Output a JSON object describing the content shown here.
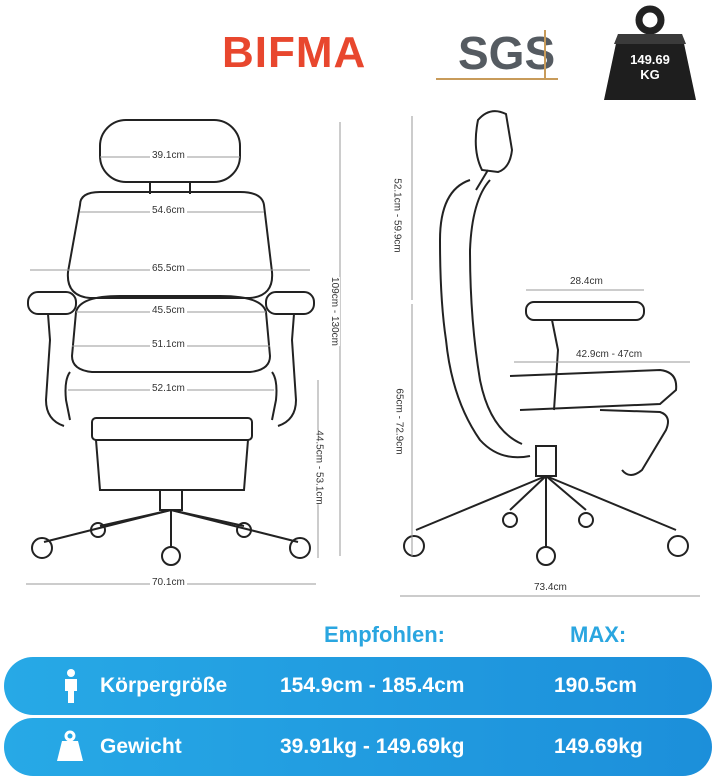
{
  "logos": {
    "bifma": "BIFMA",
    "sgs": "SGS",
    "weight_value": "149.69",
    "weight_unit": "KG"
  },
  "front_view": {
    "headrest_width": "39.1cm",
    "backrest_width": "54.6cm",
    "overall_width": "65.5cm",
    "seat_width_upper": "45.5cm",
    "seat_width_mid": "51.1cm",
    "armrest_inner_width": "52.1cm",
    "base_width": "70.1cm",
    "total_height": "109cm - 130cm",
    "seat_height": "44.5cm - 53.1cm"
  },
  "side_view": {
    "backrest_height": "52.1cm - 59.9cm",
    "armrest_depth": "28.4cm",
    "seat_depth": "42.9cm - 47cm",
    "armrest_height": "65cm - 72.9cm",
    "base_depth": "73.4cm"
  },
  "table": {
    "header_recommended": "Empfohlen:",
    "header_max": "MAX:",
    "rows": [
      {
        "icon": "person-icon",
        "label": "Körpergröße",
        "recommended": "154.9cm - 185.4cm",
        "max": "190.5cm"
      },
      {
        "icon": "weight-icon",
        "label": "Gewicht",
        "recommended": "39.91kg - 149.69kg",
        "max": "149.69kg"
      }
    ]
  },
  "colors": {
    "bifma_red": "#e8472e",
    "sgs_gray": "#555b61",
    "accent_blue": "#2aa6e0",
    "bar_blue": "#1c8fda"
  }
}
